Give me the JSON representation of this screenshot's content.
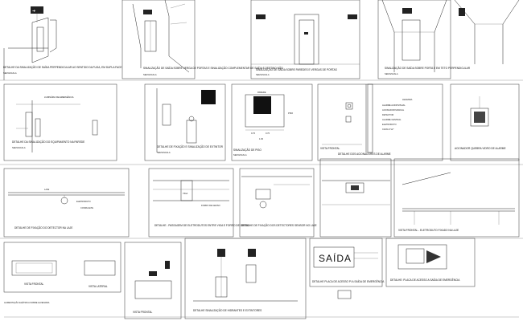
{
  "panels": {
    "p1": "DETALHE DA SINALIZAÇÃO DE SAÍDA PERPENDICULAR AO SENTIDO DA FUGA, EM DUPLA FACE",
    "p2": "SINALIZAÇÃO DE SAÍDA SOBRE VERGA DE PORTAS E SINALIZAÇÃO COMPLEMENTAR DE SAÍDA E DESTINO NÃO",
    "p3": "SINALIZAÇÃO DE SAÍDA SOBRE PAREDES E VERGAS DE PORTAS",
    "p4": "SINALIZAÇÃO DE SAÍDA SOBRE PORTA E EM TETO PERPENDICULAR",
    "p5": "DETALHE DA SINALIZAÇÃO DO EQUIPAMENTO NA PAREDE",
    "p6": "DETALHE DE FIXAÇÃO E SINALIZAÇÃO DE EXTINTOR",
    "p7": "SINALIZAÇÃO DE PISO",
    "p8": "VISTA FRONTAL",
    "p9": "DETALHE DOS ACIONADORES DE ALARME",
    "p10": "ACIONADOR QUEBRA VIDRO DE ALARME",
    "p11": "DETALHE DE FIXAÇÃO DO DETECTOR NA LAJE",
    "p12": "DETALHE - PASSAGEM DE ELETRODUTOS ENTRE VIGA E FORRO DE GESSO",
    "p13": "DETALHE DE FIXAÇÃO DOS DETECTORES SENSOR NO LAJE",
    "p14": "VISTA FRONTAL - ELETRODUTO FIXADO NA LAJE",
    "p15": "VISTA LATERAL",
    "p16": "VISTA FRONTAL",
    "p17": "DETALHE SINALIZAÇÃO DE HIDRANTES E EXTINTORES",
    "p18": "DETALHE PLACA DE ACESSO P/ A SAÍDA DE EMERGÊNCIA",
    "p19": "DETALHE: PLACA DE ACESSO A SAÍDA DE EMERGÊNCIA"
  },
  "signs": {
    "saida": "SAÍDA",
    "parede": "PAREDE",
    "legenda": "LEGENDA"
  },
  "legend_items": [
    "ALARME AUDIOVISUAL",
    "ACIONADOR MANUAL",
    "DETECTOR",
    "ALARME CENTRAL",
    "ELETRODUTO",
    "CAIXA 4\"x2\""
  ],
  "labels": {
    "luminaria": "LUMINÁRIA DE EMERGÊNCIA",
    "forro": "FORRO DE GESSO",
    "laje": "LAJE",
    "viga": "VIGA",
    "eletroduto": "ELETRODUTO",
    "condulete": "CONDULETE",
    "piso": "PISO",
    "note": "ALIMENTAÇÃO ELÉTRICA SOBRE ALVENARIA"
  },
  "scale": "SEM ESCALA",
  "dims": [
    "0.70",
    "0.70",
    "1.00"
  ]
}
